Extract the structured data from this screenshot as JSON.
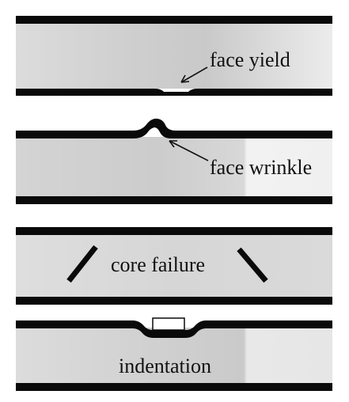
{
  "panels": [
    {
      "label": "face yield"
    },
    {
      "label": "face wrinkle"
    },
    {
      "label": "core failure"
    },
    {
      "label": "indentation"
    }
  ],
  "colors": {
    "face_sheet": "#0a0a0a",
    "core_light": "#e3e3e3",
    "core_mid": "#d2d2d2",
    "core_dark": "#c6c6c6",
    "indenter_fill": "#ffffff",
    "background": "#ffffff"
  }
}
